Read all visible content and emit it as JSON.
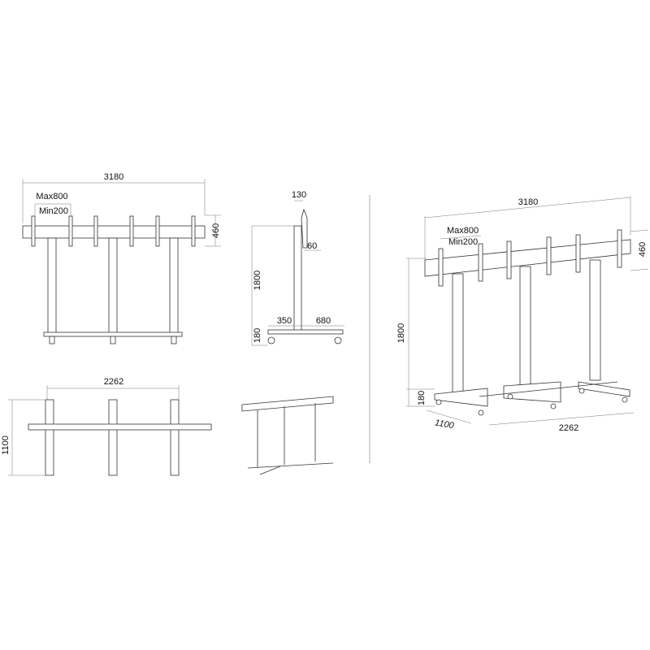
{
  "front_view": {
    "width": "3180",
    "max_spacing": "Max800",
    "min_spacing": "Min200",
    "bar_height": "460"
  },
  "side_view": {
    "depth_top": "130",
    "offset": "60",
    "height": "1800",
    "base_front": "350",
    "base_back": "680",
    "base_height": "180"
  },
  "top_view": {
    "width": "2262",
    "depth": "1100"
  },
  "perspective_view": {
    "width": "3180",
    "max_spacing": "Max800",
    "min_spacing": "Min200",
    "bar_height": "460",
    "height": "1800",
    "base_height": "180",
    "depth": "1100",
    "base_width": "2262"
  }
}
